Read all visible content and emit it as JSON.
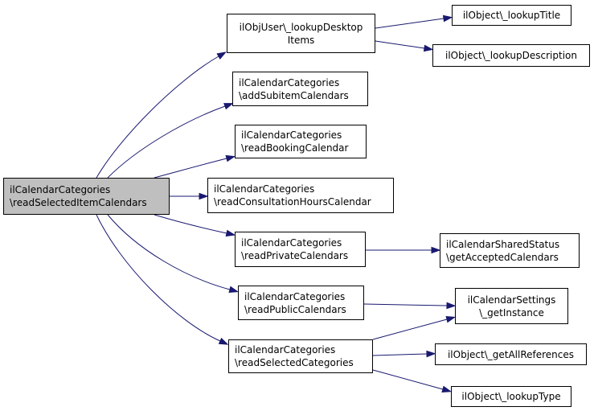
{
  "nodes": {
    "root": {
      "line1": "ilCalendarCategories",
      "line2": "\\readSelectedItemCalendars"
    },
    "desktop": {
      "line1": "ilObjUser\\_lookupDesktop",
      "line2": "Items"
    },
    "title": {
      "line1": "ilObject\\_lookupTitle"
    },
    "descr": {
      "line1": "ilObject\\_lookupDescription"
    },
    "subitem": {
      "line1": "ilCalendarCategories",
      "line2": "\\addSubitemCalendars"
    },
    "booking": {
      "line1": "ilCalendarCategories",
      "line2": "\\readBookingCalendar"
    },
    "consult": {
      "line1": "ilCalendarCategories",
      "line2": "\\readConsultationHoursCalendar"
    },
    "private": {
      "line1": "ilCalendarCategories",
      "line2": "\\readPrivateCalendars"
    },
    "status": {
      "line1": "ilCalendarSharedStatus",
      "line2": "\\getAcceptedCalendars"
    },
    "public": {
      "line1": "ilCalendarCategories",
      "line2": "\\readPublicCalendars"
    },
    "settings": {
      "line1": "ilCalendarSettings",
      "line2": "\\_getInstance"
    },
    "selcat": {
      "line1": "ilCalendarCategories",
      "line2": "\\readSelectedCategories"
    },
    "allref": {
      "line1": "ilObject\\_getAllReferences"
    },
    "type": {
      "line1": "ilObject\\_lookupType"
    }
  },
  "edges": [
    {
      "from": "root",
      "to": "desktop"
    },
    {
      "from": "root",
      "to": "subitem"
    },
    {
      "from": "root",
      "to": "booking"
    },
    {
      "from": "root",
      "to": "consult"
    },
    {
      "from": "root",
      "to": "private"
    },
    {
      "from": "root",
      "to": "public"
    },
    {
      "from": "root",
      "to": "selcat"
    },
    {
      "from": "desktop",
      "to": "title"
    },
    {
      "from": "desktop",
      "to": "descr"
    },
    {
      "from": "private",
      "to": "status"
    },
    {
      "from": "public",
      "to": "settings"
    },
    {
      "from": "selcat",
      "to": "settings"
    },
    {
      "from": "selcat",
      "to": "allref"
    },
    {
      "from": "selcat",
      "to": "type"
    }
  ],
  "colors": {
    "edge": "#191970",
    "root_fill": "#bfbfbf",
    "node_fill": "#ffffff",
    "node_border": "#000000"
  }
}
